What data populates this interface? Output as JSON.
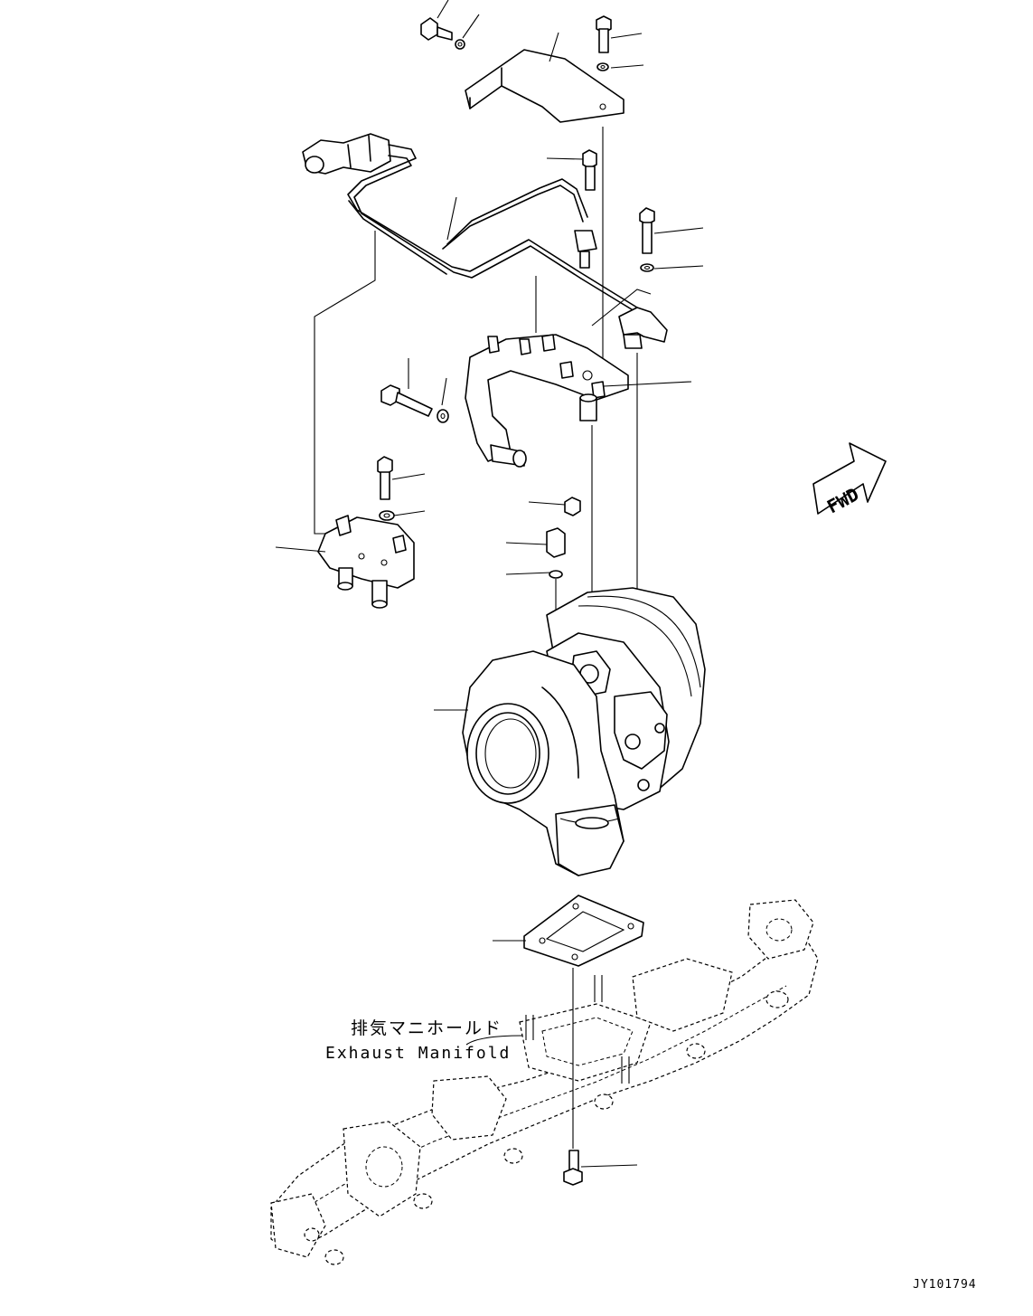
{
  "manifold_label_jp": "排気マニホールド",
  "manifold_label_en": "Exhaust Manifold",
  "direction_arrow_label": "FWD",
  "drawing_code": "JY101794"
}
